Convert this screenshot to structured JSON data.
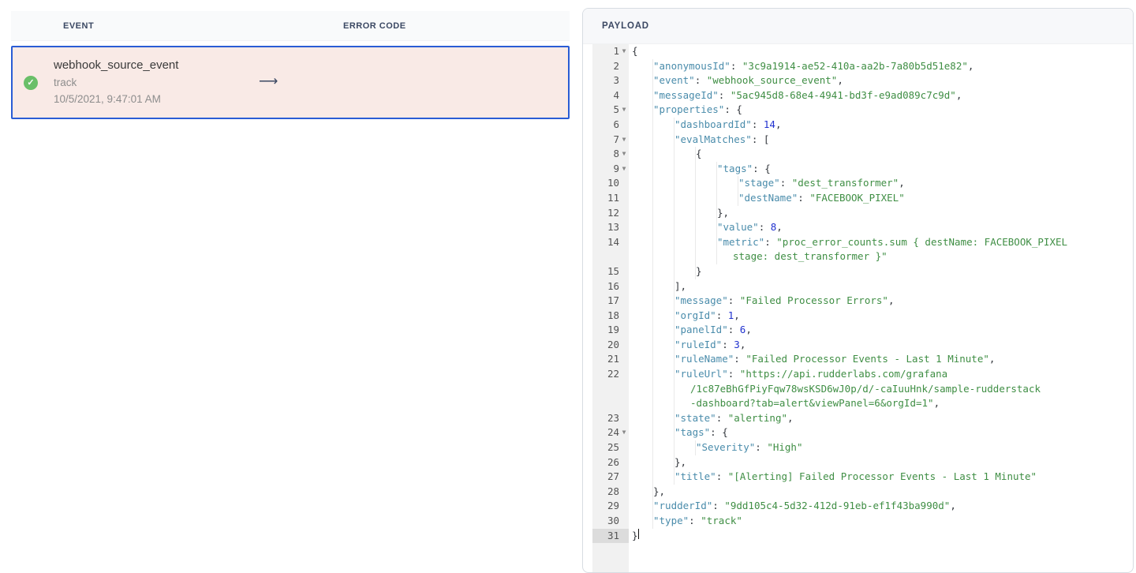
{
  "colors": {
    "selected_row_border": "#2a5cd5",
    "selected_row_bg": "#f9eae6",
    "success_green": "#6abf69",
    "header_text": "#3b4863",
    "json_key": "#4a8cab",
    "json_string": "#3f8e44",
    "json_number": "#2031cf",
    "gutter_bg": "#f1f1f1",
    "gutter_active_bg": "#dcdcdc"
  },
  "events_table": {
    "headers": {
      "event": "EVENT",
      "error_code": "ERROR CODE"
    },
    "selected_row": {
      "name": "webhook_source_event",
      "type": "track",
      "timestamp": "10/5/2021, 9:47:01 AM",
      "status_icon": "check-circle",
      "check_glyph": "✓",
      "arrow_glyph": "⟶"
    }
  },
  "payload_panel": {
    "title": "PAYLOAD",
    "fold_glyph": "▼",
    "rows": [
      {
        "num": "1",
        "fold": true,
        "ind": 0,
        "tokens": [
          [
            "p",
            "{"
          ]
        ]
      },
      {
        "num": "2",
        "ind": 1,
        "tokens": [
          [
            "k",
            "\"anonymousId\""
          ],
          [
            "p",
            ": "
          ],
          [
            "s",
            "\"3c9a1914-ae52-410a-aa2b-7a80b5d51e82\""
          ],
          [
            "p",
            ","
          ]
        ]
      },
      {
        "num": "3",
        "ind": 1,
        "tokens": [
          [
            "k",
            "\"event\""
          ],
          [
            "p",
            ": "
          ],
          [
            "s",
            "\"webhook_source_event\""
          ],
          [
            "p",
            ","
          ]
        ]
      },
      {
        "num": "4",
        "ind": 1,
        "tokens": [
          [
            "k",
            "\"messageId\""
          ],
          [
            "p",
            ": "
          ],
          [
            "s",
            "\"5ac945d8-68e4-4941-bd3f-e9ad089c7c9d\""
          ],
          [
            "p",
            ","
          ]
        ]
      },
      {
        "num": "5",
        "fold": true,
        "ind": 1,
        "tokens": [
          [
            "k",
            "\"properties\""
          ],
          [
            "p",
            ": {"
          ]
        ]
      },
      {
        "num": "6",
        "ind": 2,
        "tokens": [
          [
            "k",
            "\"dashboardId\""
          ],
          [
            "p",
            ": "
          ],
          [
            "n",
            "14"
          ],
          [
            "p",
            ","
          ]
        ]
      },
      {
        "num": "7",
        "fold": true,
        "ind": 2,
        "tokens": [
          [
            "k",
            "\"evalMatches\""
          ],
          [
            "p",
            ": ["
          ]
        ]
      },
      {
        "num": "8",
        "fold": true,
        "ind": 3,
        "tokens": [
          [
            "p",
            "{"
          ]
        ]
      },
      {
        "num": "9",
        "fold": true,
        "ind": 4,
        "tokens": [
          [
            "k",
            "\"tags\""
          ],
          [
            "p",
            ": {"
          ]
        ]
      },
      {
        "num": "10",
        "ind": 5,
        "tokens": [
          [
            "k",
            "\"stage\""
          ],
          [
            "p",
            ": "
          ],
          [
            "s",
            "\"dest_transformer\""
          ],
          [
            "p",
            ","
          ]
        ]
      },
      {
        "num": "11",
        "ind": 5,
        "tokens": [
          [
            "k",
            "\"destName\""
          ],
          [
            "p",
            ": "
          ],
          [
            "s",
            "\"FACEBOOK_PIXEL\""
          ]
        ]
      },
      {
        "num": "12",
        "ind": 4,
        "tokens": [
          [
            "p",
            "},"
          ]
        ]
      },
      {
        "num": "13",
        "ind": 4,
        "tokens": [
          [
            "k",
            "\"value\""
          ],
          [
            "p",
            ": "
          ],
          [
            "n",
            "8"
          ],
          [
            "p",
            ","
          ]
        ]
      },
      {
        "num": "14",
        "ind": 4,
        "tokens": [
          [
            "k",
            "\"metric\""
          ],
          [
            "p",
            ": "
          ],
          [
            "s",
            "\"proc_error_counts.sum { destName: FACEBOOK_PIXEL"
          ]
        ]
      },
      {
        "num": "",
        "cont": true,
        "ind": 4,
        "tokens": [
          [
            "s",
            "stage: dest_transformer }\""
          ]
        ]
      },
      {
        "num": "15",
        "ind": 3,
        "tokens": [
          [
            "p",
            "}"
          ]
        ]
      },
      {
        "num": "16",
        "ind": 2,
        "tokens": [
          [
            "p",
            "],"
          ]
        ]
      },
      {
        "num": "17",
        "ind": 2,
        "tokens": [
          [
            "k",
            "\"message\""
          ],
          [
            "p",
            ": "
          ],
          [
            "s",
            "\"Failed Processor Errors\""
          ],
          [
            "p",
            ","
          ]
        ]
      },
      {
        "num": "18",
        "ind": 2,
        "tokens": [
          [
            "k",
            "\"orgId\""
          ],
          [
            "p",
            ": "
          ],
          [
            "n",
            "1"
          ],
          [
            "p",
            ","
          ]
        ]
      },
      {
        "num": "19",
        "ind": 2,
        "tokens": [
          [
            "k",
            "\"panelId\""
          ],
          [
            "p",
            ": "
          ],
          [
            "n",
            "6"
          ],
          [
            "p",
            ","
          ]
        ]
      },
      {
        "num": "20",
        "ind": 2,
        "tokens": [
          [
            "k",
            "\"ruleId\""
          ],
          [
            "p",
            ": "
          ],
          [
            "n",
            "3"
          ],
          [
            "p",
            ","
          ]
        ]
      },
      {
        "num": "21",
        "ind": 2,
        "tokens": [
          [
            "k",
            "\"ruleName\""
          ],
          [
            "p",
            ": "
          ],
          [
            "s",
            "\"Failed Processor Events - Last 1 Minute\""
          ],
          [
            "p",
            ","
          ]
        ]
      },
      {
        "num": "22",
        "ind": 2,
        "tokens": [
          [
            "k",
            "\"ruleUrl\""
          ],
          [
            "p",
            ": "
          ],
          [
            "s",
            "\"https://api.rudderlabs.com/grafana"
          ]
        ]
      },
      {
        "num": "",
        "cont": true,
        "ind": 2,
        "tokens": [
          [
            "s",
            "/1c87eBhGfPiyFqw78wsKSD6wJ0p/d/-caIuuHnk/sample-rudderstack"
          ]
        ]
      },
      {
        "num": "",
        "cont": true,
        "ind": 2,
        "tokens": [
          [
            "s",
            "-dashboard?tab=alert&viewPanel=6&orgId=1\""
          ],
          [
            "p",
            ","
          ]
        ]
      },
      {
        "num": "23",
        "ind": 2,
        "tokens": [
          [
            "k",
            "\"state\""
          ],
          [
            "p",
            ": "
          ],
          [
            "s",
            "\"alerting\""
          ],
          [
            "p",
            ","
          ]
        ]
      },
      {
        "num": "24",
        "fold": true,
        "ind": 2,
        "tokens": [
          [
            "k",
            "\"tags\""
          ],
          [
            "p",
            ": {"
          ]
        ]
      },
      {
        "num": "25",
        "ind": 3,
        "tokens": [
          [
            "k",
            "\"Severity\""
          ],
          [
            "p",
            ": "
          ],
          [
            "s",
            "\"High\""
          ]
        ]
      },
      {
        "num": "26",
        "ind": 2,
        "tokens": [
          [
            "p",
            "},"
          ]
        ]
      },
      {
        "num": "27",
        "ind": 2,
        "tokens": [
          [
            "k",
            "\"title\""
          ],
          [
            "p",
            ": "
          ],
          [
            "s",
            "\"[Alerting] Failed Processor Events - Last 1 Minute\""
          ]
        ]
      },
      {
        "num": "28",
        "ind": 1,
        "tokens": [
          [
            "p",
            "},"
          ]
        ]
      },
      {
        "num": "29",
        "ind": 1,
        "tokens": [
          [
            "k",
            "\"rudderId\""
          ],
          [
            "p",
            ": "
          ],
          [
            "s",
            "\"9dd105c4-5d32-412d-91eb-ef1f43ba990d\""
          ],
          [
            "p",
            ","
          ]
        ]
      },
      {
        "num": "30",
        "ind": 1,
        "tokens": [
          [
            "k",
            "\"type\""
          ],
          [
            "p",
            ": "
          ],
          [
            "s",
            "\"track\""
          ]
        ]
      },
      {
        "num": "31",
        "ind": 0,
        "active": true,
        "cursor": true,
        "tokens": [
          [
            "p",
            "}"
          ]
        ]
      }
    ]
  }
}
